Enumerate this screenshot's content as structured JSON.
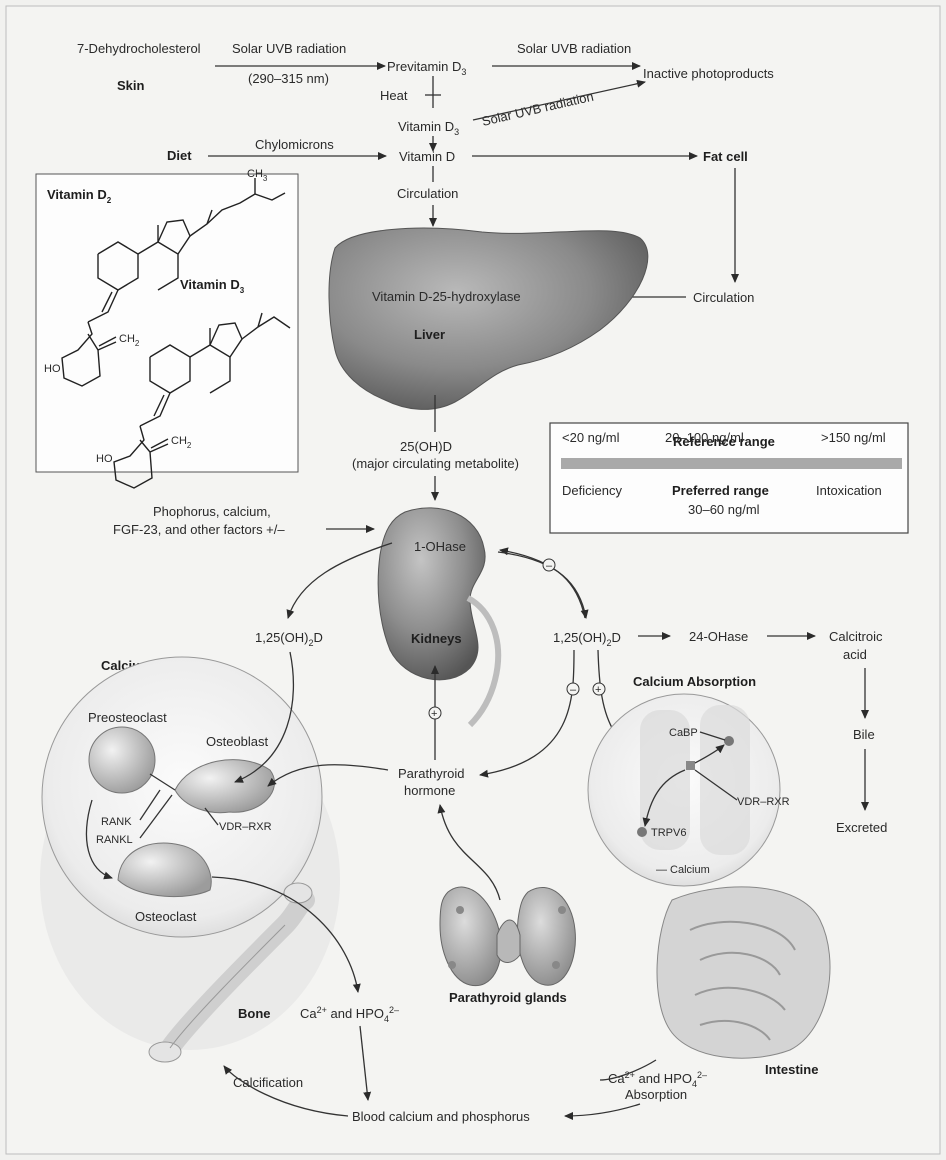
{
  "synthesis": {
    "dehydrocholesterol": "7-Dehydrocholesterol",
    "skin": "Skin",
    "solar_uvb_1": "Solar UVB radiation",
    "wavelength": "(290–315 nm)",
    "previtamin_d3": "Previtamin D",
    "previtamin_sub": "3",
    "solar_uvb_2": "Solar UVB radiation",
    "inactive_photoproducts": "Inactive photoproducts",
    "heat": "Heat",
    "solar_uvb_3": "Solar UVB radiation",
    "vitamin_d3": "Vitamin D",
    "vitamin_d3_sub": "3",
    "diet": "Diet",
    "chylomicrons": "Chylomicrons",
    "vitamin_d": "Vitamin D",
    "fat_cell": "Fat cell",
    "circulation_1": "Circulation",
    "circulation_2": "Circulation"
  },
  "structures": {
    "vitamin_d2_label": "Vitamin D",
    "vitamin_d2_sub": "2",
    "vitamin_d3_label": "Vitamin D",
    "vitamin_d3_sub": "3",
    "ch3": "CH",
    "ch3_sub": "3",
    "ch2_a": "CH",
    "ch2_a_sub": "2",
    "ch2_b": "CH",
    "ch2_b_sub": "2",
    "ho_a": "HO",
    "ho_b": "HO"
  },
  "liver": {
    "enzyme": "Vitamin D-25-hydroxylase",
    "label": "Liver",
    "metabolite": "25(OH)D",
    "metabolite_note": "(major circulating metabolite)"
  },
  "reference_box": {
    "reference_title": "Reference range",
    "low": "<20 ng/ml",
    "mid": "20–100 ng/ml",
    "high": ">150 ng/ml",
    "deficiency": "Deficiency",
    "preferred_title": "Preferred range",
    "intoxication": "Intoxication",
    "preferred_value": "30–60 ng/ml"
  },
  "kidney": {
    "factors_1": "Phophorus, calcium,",
    "factors_2": "FGF-23, and other factors +/–",
    "one_ohase": "1-OHase",
    "label": "Kidneys",
    "minus": "–",
    "plus": "+"
  },
  "calcitriol": {
    "left_main": "1,25(OH)",
    "left_sub": "2",
    "left_end": "D",
    "right_main": "1,25(OH)",
    "right_sub": "2",
    "right_end": "D",
    "ohase24": "24-OHase",
    "calcitroic_1": "Calcitroic",
    "calcitroic_2": "acid",
    "bile": "Bile",
    "excreted": "Excreted"
  },
  "resorption": {
    "title": "Calcium Resorption",
    "preosteoclast": "Preosteoclast",
    "osteoblast": "Osteoblast",
    "rank": "RANK",
    "rankl": "RANKL",
    "vdr_rxr": "VDR–RXR",
    "osteoclast": "Osteoclast"
  },
  "pth": {
    "line1": "Parathyroid",
    "line2": "hormone",
    "glands": "Parathyroid glands"
  },
  "absorption": {
    "title": "Calcium Absorption",
    "cabp": "CaBP",
    "vdr_rxr": "VDR–RXR",
    "trpv6": "TRPV6",
    "calcium": "— Calcium",
    "intestine": "Intestine",
    "ca_hpo_main": "Ca",
    "ca_sup": "2+",
    "ca_and": " and HPO",
    "hpo_sub": "4",
    "hpo_sup": "2–",
    "absorption_label": "Absorption"
  },
  "bone": {
    "label": "Bone",
    "ca_main": "Ca",
    "ca_sup": "2+",
    "ca_and": " and HPO",
    "hpo_sub": "4",
    "hpo_sup": "2–",
    "calcification": "Calcification",
    "blood": "Blood calcium and phosphorus"
  }
}
